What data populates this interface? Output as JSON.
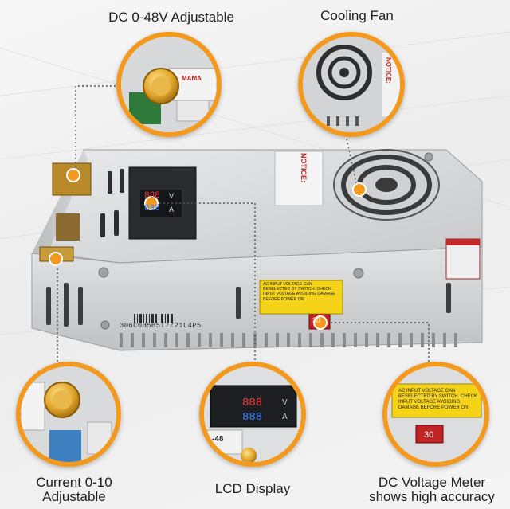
{
  "labels": {
    "adjustable": "DC 0-48V Adjustable",
    "fan": "Cooling Fan",
    "current": [
      "Current 0-10",
      "Adjustable"
    ],
    "lcd": "LCD Display",
    "meter": [
      "DC Voltage Meter",
      "shows high accuracy"
    ]
  },
  "product": {
    "serial": "306C0H5B5T7Z21L4P5",
    "notice_title": "NOTICE:",
    "warning_text": "AC INPUT VOLTAGE CAN BESELECTED BY SWITCH. CHECK INPUT VOLTAGE AVOIDING DAMAGE BEFORE POWER ON",
    "switch_value": "30",
    "display_v": "V",
    "display_a": "A",
    "display_digits": "888",
    "model_fragment": "-48",
    "brand_fragment": "MAMA"
  },
  "colors": {
    "accent": "#f39a1e",
    "chassis": "#cfd1d3",
    "warning": "#f5d319"
  }
}
